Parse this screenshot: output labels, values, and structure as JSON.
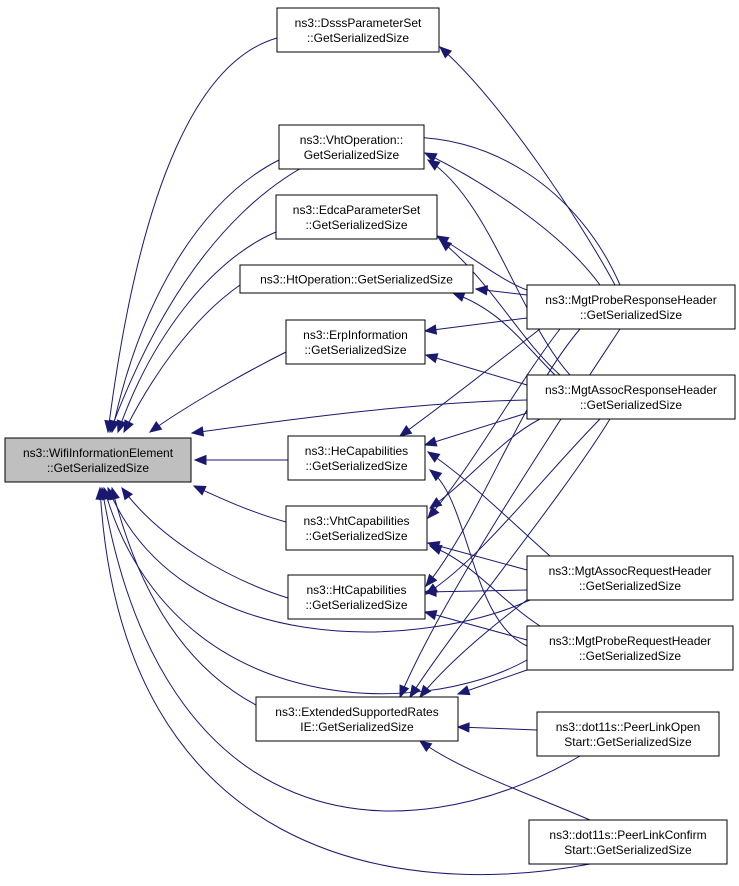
{
  "diagram": {
    "nodes": [
      {
        "id": "root",
        "lines": [
          "ns3::WifiInformationElement",
          "::GetSerializedSize"
        ],
        "highlight": true
      },
      {
        "id": "dsss",
        "lines": [
          "ns3::DsssParameterSet",
          "::GetSerializedSize"
        ]
      },
      {
        "id": "vhtop",
        "lines": [
          "ns3::VhtOperation::",
          "GetSerializedSize"
        ]
      },
      {
        "id": "edca",
        "lines": [
          "ns3::EdcaParameterSet",
          "::GetSerializedSize"
        ]
      },
      {
        "id": "htop",
        "lines": [
          "ns3::HtOperation::GetSerializedSize"
        ]
      },
      {
        "id": "erp",
        "lines": [
          "ns3::ErpInformation",
          "::GetSerializedSize"
        ]
      },
      {
        "id": "hecap",
        "lines": [
          "ns3::HeCapabilities",
          "::GetSerializedSize"
        ]
      },
      {
        "id": "vhtcap",
        "lines": [
          "ns3::VhtCapabilities",
          "::GetSerializedSize"
        ]
      },
      {
        "id": "htcap",
        "lines": [
          "ns3::HtCapabilities",
          "::GetSerializedSize"
        ]
      },
      {
        "id": "extrates",
        "lines": [
          "ns3::ExtendedSupportedRates",
          "IE::GetSerializedSize"
        ]
      },
      {
        "id": "proberesp",
        "lines": [
          "ns3::MgtProbeResponseHeader",
          "::GetSerializedSize"
        ]
      },
      {
        "id": "assocresp",
        "lines": [
          "ns3::MgtAssocResponseHeader",
          "::GetSerializedSize"
        ]
      },
      {
        "id": "assocreq",
        "lines": [
          "ns3::MgtAssocRequestHeader",
          "::GetSerializedSize"
        ]
      },
      {
        "id": "probereq",
        "lines": [
          "ns3::MgtProbeRequestHeader",
          "::GetSerializedSize"
        ]
      },
      {
        "id": "plopen",
        "lines": [
          "ns3::dot11s::PeerLinkOpen",
          "Start::GetSerializedSize"
        ]
      },
      {
        "id": "plconfirm",
        "lines": [
          "ns3::dot11s::PeerLinkConfirm",
          "Start::GetSerializedSize"
        ]
      }
    ],
    "edges": [
      {
        "from": "dsss",
        "to": "root"
      },
      {
        "from": "vhtop",
        "to": "root"
      },
      {
        "from": "edca",
        "to": "root"
      },
      {
        "from": "htop",
        "to": "root"
      },
      {
        "from": "erp",
        "to": "root"
      },
      {
        "from": "hecap",
        "to": "root"
      },
      {
        "from": "vhtcap",
        "to": "root"
      },
      {
        "from": "htcap",
        "to": "root"
      },
      {
        "from": "extrates",
        "to": "root"
      },
      {
        "from": "proberesp",
        "to": "root"
      },
      {
        "from": "assocresp",
        "to": "root"
      },
      {
        "from": "assocreq",
        "to": "root"
      },
      {
        "from": "probereq",
        "to": "root"
      },
      {
        "from": "plopen",
        "to": "root"
      },
      {
        "from": "plconfirm",
        "to": "root"
      },
      {
        "from": "proberesp",
        "to": "dsss"
      },
      {
        "from": "proberesp",
        "to": "vhtop"
      },
      {
        "from": "assocresp",
        "to": "vhtop"
      },
      {
        "from": "proberesp",
        "to": "edca"
      },
      {
        "from": "assocresp",
        "to": "edca"
      },
      {
        "from": "proberesp",
        "to": "htop"
      },
      {
        "from": "assocresp",
        "to": "htop"
      },
      {
        "from": "proberesp",
        "to": "erp"
      },
      {
        "from": "assocresp",
        "to": "erp"
      },
      {
        "from": "proberesp",
        "to": "hecap"
      },
      {
        "from": "assocresp",
        "to": "hecap"
      },
      {
        "from": "assocreq",
        "to": "hecap"
      },
      {
        "from": "probereq",
        "to": "hecap"
      },
      {
        "from": "proberesp",
        "to": "vhtcap"
      },
      {
        "from": "assocresp",
        "to": "vhtcap"
      },
      {
        "from": "assocreq",
        "to": "vhtcap"
      },
      {
        "from": "probereq",
        "to": "vhtcap"
      },
      {
        "from": "proberesp",
        "to": "htcap"
      },
      {
        "from": "assocresp",
        "to": "htcap"
      },
      {
        "from": "assocreq",
        "to": "htcap"
      },
      {
        "from": "probereq",
        "to": "htcap"
      },
      {
        "from": "proberesp",
        "to": "extrates"
      },
      {
        "from": "assocresp",
        "to": "extrates"
      },
      {
        "from": "assocreq",
        "to": "extrates"
      },
      {
        "from": "probereq",
        "to": "extrates"
      },
      {
        "from": "plopen",
        "to": "extrates"
      },
      {
        "from": "plconfirm",
        "to": "extrates"
      }
    ]
  }
}
